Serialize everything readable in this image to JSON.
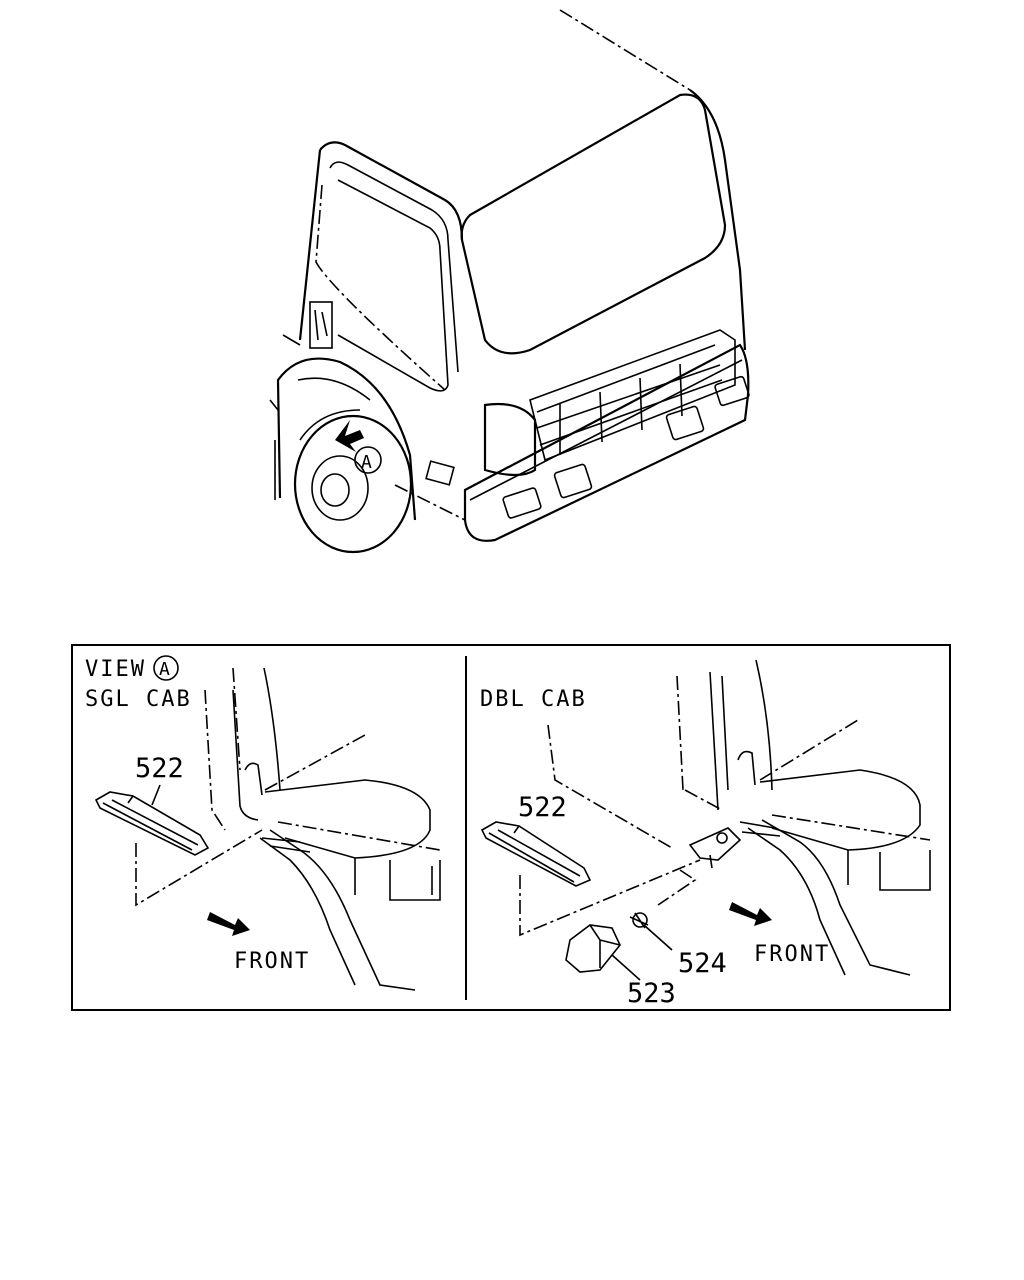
{
  "overview": {
    "callout_letter": "A"
  },
  "detail_panel": {
    "left": {
      "view_label": "VIEW",
      "view_letter": "A",
      "cab_label": "SGL CAB",
      "part_522": "522",
      "front_label": "FRONT"
    },
    "right": {
      "cab_label": "DBL CAB",
      "part_522": "522",
      "part_523": "523",
      "part_524": "524",
      "front_label": "FRONT"
    }
  }
}
